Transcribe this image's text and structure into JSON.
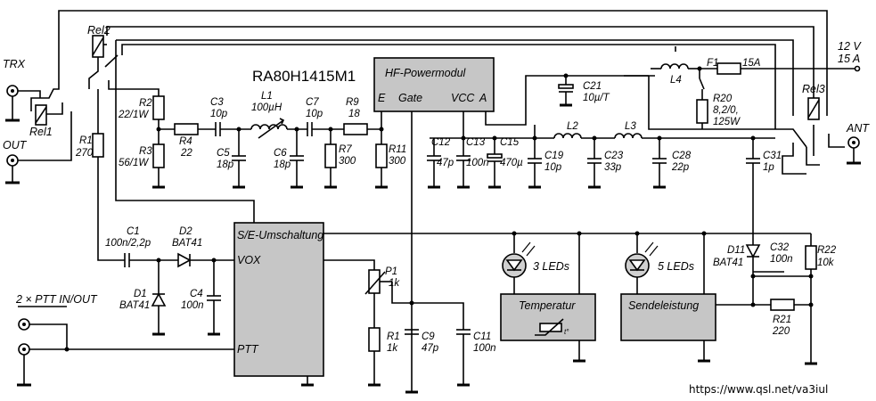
{
  "title": "RA80H1415M1",
  "url": "https://www.qsl.net/va3iul",
  "ports": {
    "trx": "TRX",
    "out": "OUT",
    "ptt": "2 × PTT IN/OUT",
    "ant": "ANT",
    "supply_v": "12 V",
    "supply_a": "15 A"
  },
  "blocks": {
    "hf_module": {
      "label": "HF-Powermodul",
      "pin_e": "E",
      "pin_gate": "Gate",
      "pin_vcc": "VCC",
      "pin_a": "A"
    },
    "se_switch": {
      "label": "S/E-Umschaltung",
      "pin_vox": "VOX",
      "pin_ptt": "PTT"
    },
    "temp": {
      "label": "Temperatur",
      "sym": "t°"
    },
    "power": {
      "label": "Sendeleistung"
    }
  },
  "leds": {
    "led3": "3 LEDs",
    "led5": "5 LEDs"
  },
  "relays": {
    "rel1": "Rel1",
    "rel2": "Rel2",
    "rel3": "Rel3"
  },
  "components": {
    "R1a": [
      "R1",
      "270"
    ],
    "R2": [
      "R2",
      "22/1W"
    ],
    "R3": [
      "R3",
      "56/1W"
    ],
    "R4": [
      "R4",
      "22"
    ],
    "C3": [
      "C3",
      "10p"
    ],
    "L1": [
      "L1",
      "100µH"
    ],
    "C5": [
      "C5",
      "18p"
    ],
    "C6": [
      "C6",
      "18p"
    ],
    "C7": [
      "C7",
      "10p"
    ],
    "R9": [
      "R9",
      "18"
    ],
    "R7": [
      "R7",
      "300"
    ],
    "R11": [
      "R11",
      "300"
    ],
    "C12": [
      "C12",
      "47p"
    ],
    "C13": [
      "C13",
      "100n"
    ],
    "C15": [
      "C15",
      "470µ"
    ],
    "C21": [
      "C21",
      "10µ/T"
    ],
    "L4": [
      "L4"
    ],
    "F1": [
      "F1",
      "15A"
    ],
    "R20": [
      "R20",
      "8,2/0,",
      "125W"
    ],
    "L2": [
      "L2"
    ],
    "L3": [
      "L3"
    ],
    "C19": [
      "C19",
      "10p"
    ],
    "C23": [
      "C23",
      "33p"
    ],
    "C28": [
      "C28",
      "22p"
    ],
    "C31": [
      "C31",
      "1p"
    ],
    "C1": [
      "C1",
      "100n/2,2p"
    ],
    "D2": [
      "D2",
      "BAT41"
    ],
    "D1": [
      "D1",
      "BAT41"
    ],
    "C4": [
      "C4",
      "100n"
    ],
    "P1": [
      "P1",
      "1k"
    ],
    "R1b": [
      "R1",
      "1k"
    ],
    "C9": [
      "C9",
      "47p"
    ],
    "C11": [
      "C11",
      "100n"
    ],
    "D11": [
      "D11",
      "BAT41"
    ],
    "C32": [
      "C32",
      "100n"
    ],
    "R22": [
      "R22",
      "10k"
    ],
    "R21": [
      "R21",
      "220"
    ]
  }
}
